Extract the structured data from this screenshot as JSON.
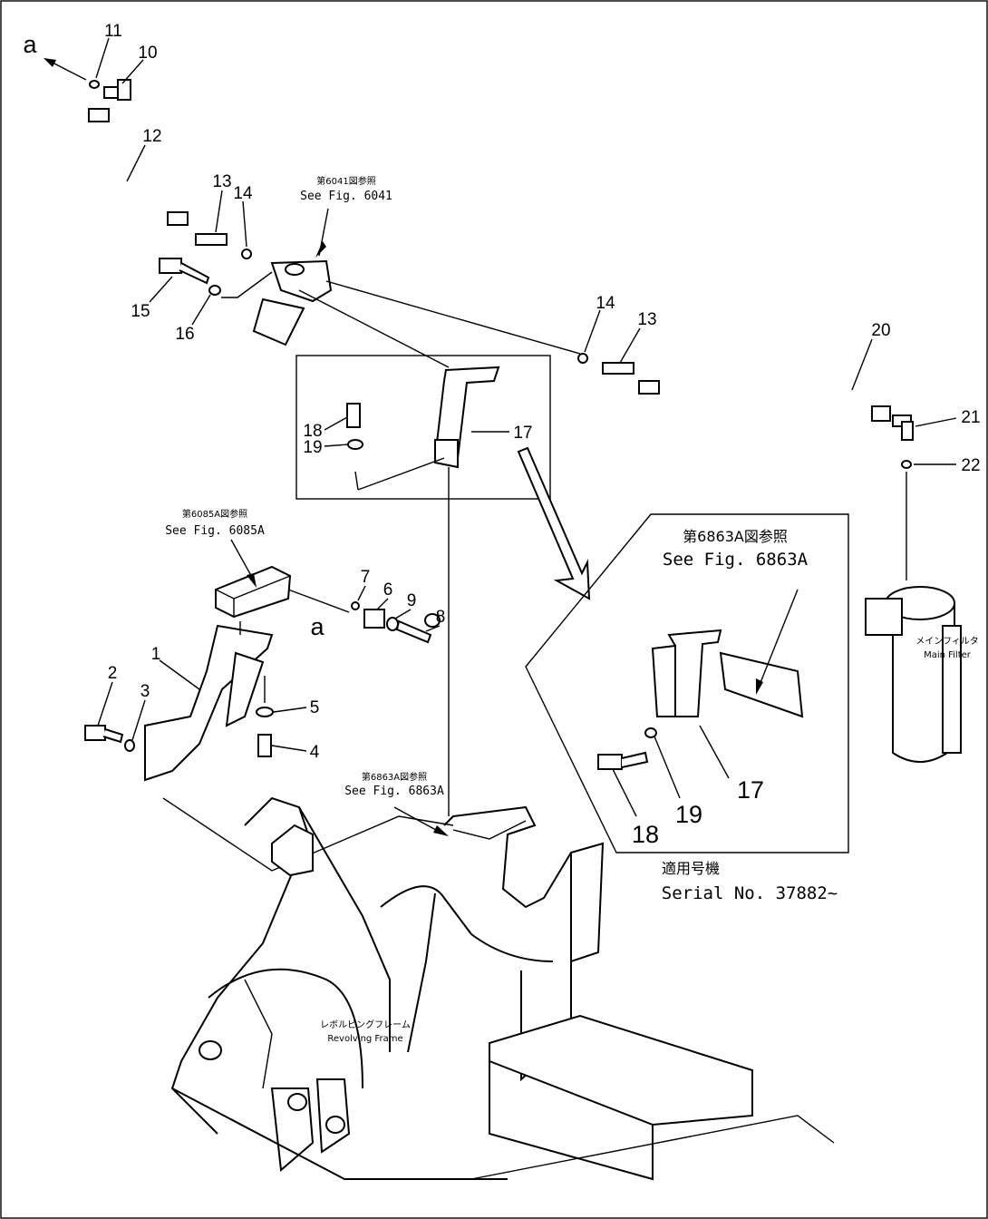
{
  "callouts": {
    "c11": "11",
    "c10": "10",
    "c12": "12",
    "c13a": "13",
    "c14a": "14",
    "c15": "15",
    "c16": "16",
    "c14b": "14",
    "c13b": "13",
    "c20": "20",
    "c21": "21",
    "c22": "22",
    "c18a": "18",
    "c19a": "19",
    "c17a": "17",
    "c7": "7",
    "c6": "6",
    "c9": "9",
    "c8": "8",
    "c1": "1",
    "c2": "2",
    "c3": "3",
    "c5": "5",
    "c4": "4",
    "c17b": "17",
    "c19b": "19",
    "c18b": "18",
    "a_top": "a",
    "a_mid": "a"
  },
  "references": {
    "fig6041_jp": "第6041図参照",
    "fig6041_en": "See Fig. 6041",
    "fig6085a_jp": "第6085A図参照",
    "fig6085a_en": "See Fig. 6085A",
    "fig6863a_inset_jp": "第6863A図参照",
    "fig6863a_inset_en": "See Fig. 6863A",
    "fig6863a_small_jp": "第6863A図参照",
    "fig6863a_small_en": "See Fig. 6863A"
  },
  "labels": {
    "serial_jp": "適用号機",
    "serial_en": "Serial No. 37882~",
    "main_filter_jp": "メインフィルタ",
    "main_filter_en": "Main Filter",
    "frame_jp": "レボルビングフレーム",
    "frame_en": "Revolving Frame"
  }
}
